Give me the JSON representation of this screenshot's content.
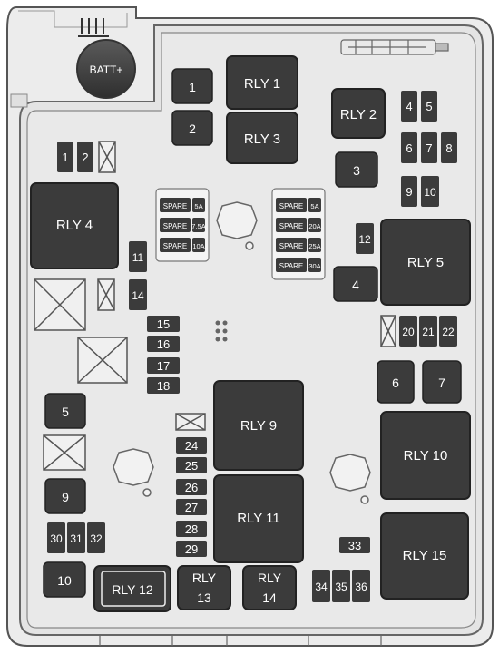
{
  "batt": "BATT+",
  "relays": {
    "rly1": "RLY 1",
    "rly2": "RLY 2",
    "rly3": "RLY 3",
    "rly4": "RLY 4",
    "rly5": "RLY 5",
    "rly9": "RLY 9",
    "rly10": "RLY 10",
    "rly11": "RLY 11",
    "rly12": "RLY 12",
    "rly13": "RLY 13",
    "rly14": "RLY 14",
    "rly15": "RLY 15"
  },
  "fuses": {
    "f1": "1",
    "f2": "2",
    "f3": "3",
    "f4": "4",
    "f5": "5",
    "f6": "6",
    "f7": "7",
    "f9": "9",
    "f10": "10",
    "s1": "1",
    "s2": "2",
    "s4": "4",
    "s5": "5",
    "s6": "6",
    "s7": "7",
    "s8": "8",
    "s9": "9",
    "s10": "10",
    "s11": "11",
    "s12": "12",
    "s14": "14",
    "s15": "15",
    "s16": "16",
    "s17": "17",
    "s18": "18",
    "s20": "20",
    "s21": "21",
    "s22": "22",
    "s24": "24",
    "s25": "25",
    "s26": "26",
    "s27": "27",
    "s28": "28",
    "s29": "29",
    "s30": "30",
    "s31": "31",
    "s32": "32",
    "s33": "33",
    "s34": "34",
    "s35": "35",
    "s36": "36"
  },
  "spares": {
    "left": [
      {
        "label": "SPARE",
        "amp": "5A"
      },
      {
        "label": "SPARE",
        "amp": "7.5A"
      },
      {
        "label": "SPARE",
        "amp": "10A"
      }
    ],
    "right": [
      {
        "label": "SPARE",
        "amp": "5A"
      },
      {
        "label": "SPARE",
        "amp": "20A"
      },
      {
        "label": "SPARE",
        "amp": "25A"
      },
      {
        "label": "SPARE",
        "amp": "30A"
      }
    ]
  }
}
